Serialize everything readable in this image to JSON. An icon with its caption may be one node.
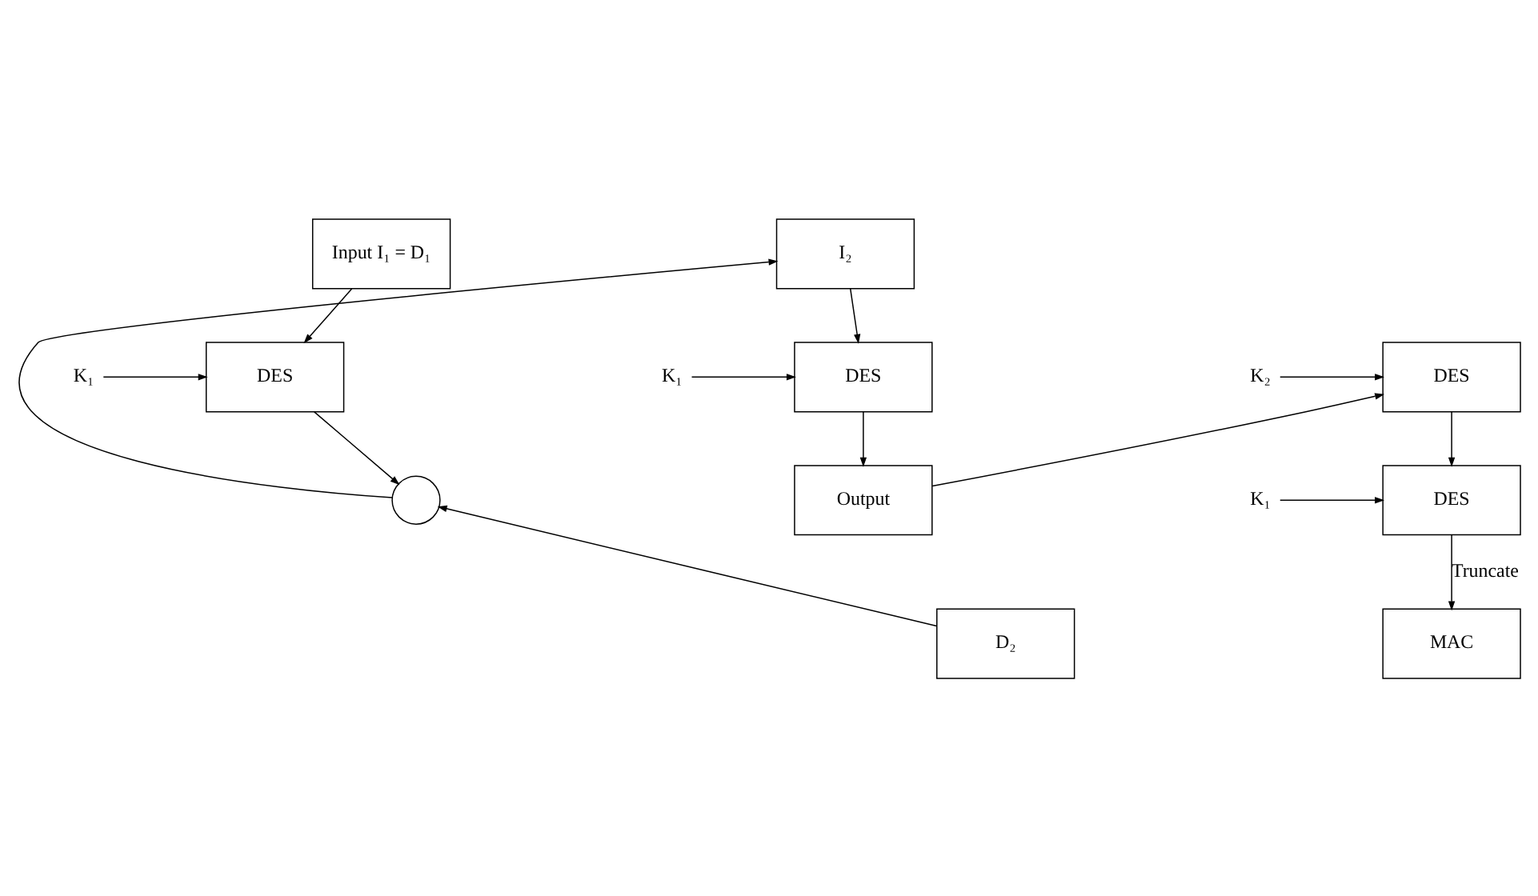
{
  "diagram": {
    "nodes": [
      {
        "text": [
          "Input I₁ = D₁"
        ]
      },
      {
        "text": [
          "K₁"
        ]
      },
      {
        "text": [
          "DES"
        ]
      },
      {
        "text": [],
        "shape": "circle"
      },
      {
        "text": [
          "D₂"
        ]
      },
      {
        "text": [
          "I₂"
        ]
      },
      {
        "text": [
          "K₁"
        ]
      },
      {
        "text": [
          "DES"
        ]
      },
      {
        "text": [
          "Output"
        ]
      },
      {
        "text": [
          "K₂"
        ]
      },
      {
        "text": [
          "DES"
        ]
      },
      {
        "text": [
          "K₁"
        ]
      },
      {
        "text": [
          "DES"
        ]
      },
      {
        "text": [
          "MAC"
        ]
      }
    ],
    "edges": [
      {
        "from": 0,
        "to": 2,
        "arrow": "to"
      },
      {
        "from": 1,
        "to": 2,
        "arrow": "to"
      },
      {
        "from": 2,
        "to": 3,
        "arrow": "to"
      },
      {
        "from": 4,
        "to": 3,
        "arrow": "to"
      },
      {
        "from": 3,
        "to": 5,
        "arrow": "to"
      },
      {
        "from": 5,
        "to": 7,
        "arrow": "to"
      },
      {
        "from": 6,
        "to": 7,
        "arrow": "to"
      },
      {
        "from": 7,
        "to": 8,
        "arrow": "to"
      },
      {
        "from": 8,
        "to": 10,
        "arrow": "to"
      },
      {
        "from": 9,
        "to": 10,
        "arrow": "to"
      },
      {
        "from": 10,
        "to": 12,
        "arrow": "to"
      },
      {
        "from": 11,
        "to": 12,
        "arrow": "to"
      },
      {
        "from": 12,
        "to": 13,
        "arrow": "to",
        "label": "Truncate"
      }
    ]
  }
}
